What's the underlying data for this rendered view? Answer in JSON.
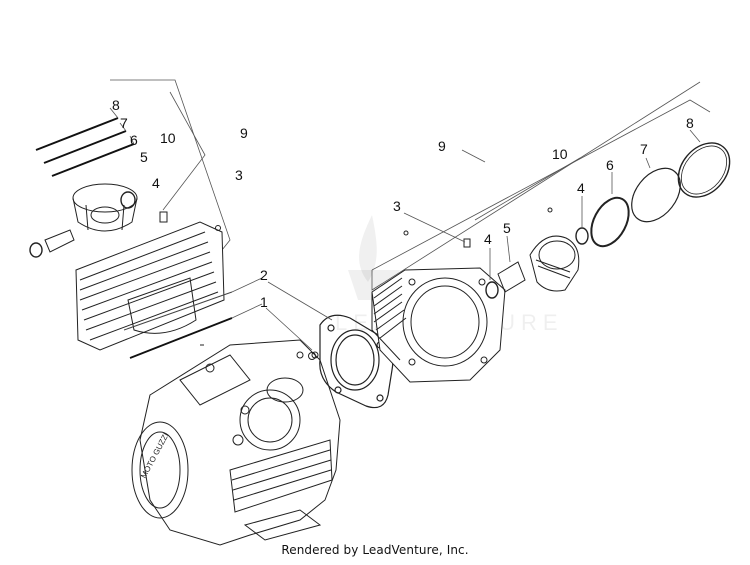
{
  "diagram": {
    "callouts_left": [
      "8",
      "7",
      "6",
      "10",
      "5",
      "4",
      "9",
      "3",
      "2",
      "1"
    ],
    "callouts_right": [
      "9",
      "10",
      "8",
      "7",
      "6",
      "4",
      "3",
      "4",
      "5"
    ]
  },
  "footer": {
    "text": "Rendered by LeadVenture, Inc."
  },
  "watermark": {
    "text": "LEADVENTURE"
  }
}
